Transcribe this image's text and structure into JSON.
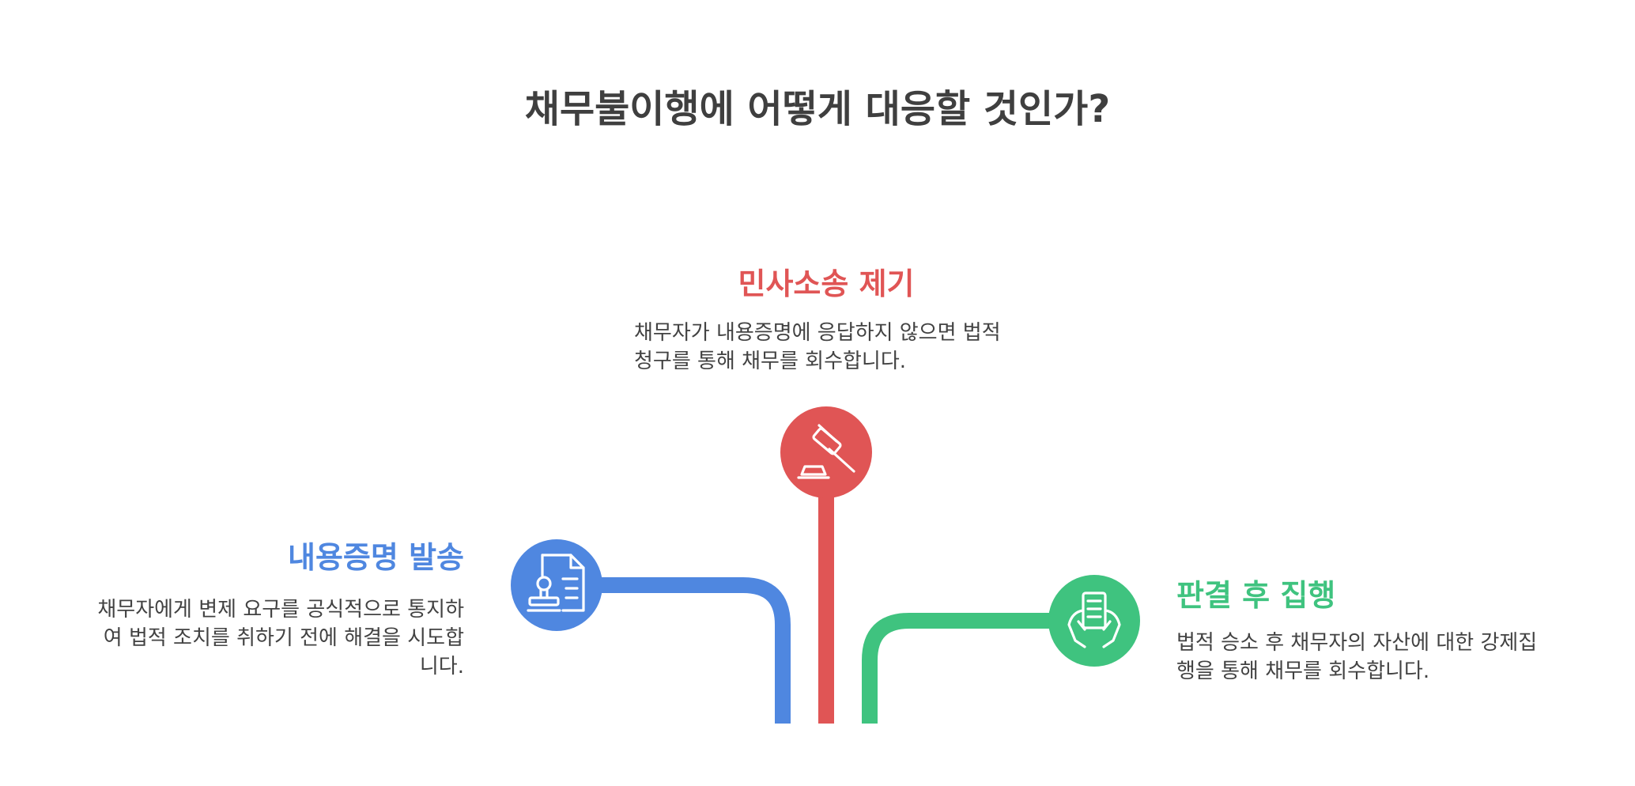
{
  "title": "채무불이행에 어떻게 대응할 것인가?",
  "steps": [
    {
      "title": "내용증명 발송",
      "desc": "채무자에게 변제 요구를 공식적으로 통지하여 법적 조치를 취하기 전에 해결을 시도합니다.",
      "icon": "stamp-document-icon",
      "color": "#4f87e0"
    },
    {
      "title": "민사소송 제기",
      "desc": "채무자가 내용증명에 응답하지 않으면 법적 청구를 통해 채무를 회수합니다.",
      "icon": "gavel-icon",
      "color": "#e05555"
    },
    {
      "title": "판결 후 집행",
      "desc": "법적 승소 후 채무자의 자산에 대한 강제집행을 통해 채무를 회수합니다.",
      "icon": "hands-document-icon",
      "color": "#3fc37f"
    }
  ]
}
